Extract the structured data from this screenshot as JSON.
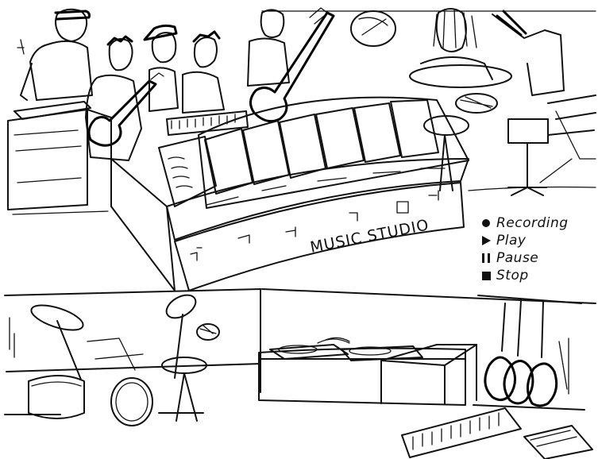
{
  "sign": {
    "text": "MUSIC STUDIO"
  },
  "legend": {
    "items": [
      {
        "icon": "record-dot-icon",
        "label": "Recording"
      },
      {
        "icon": "play-triangle-icon",
        "label": "Play"
      },
      {
        "icon": "pause-bars-icon",
        "label": "Pause"
      },
      {
        "icon": "stop-square-icon",
        "label": "Stop"
      }
    ]
  },
  "colors": {
    "ink": "#111111",
    "paper": "#ffffff"
  }
}
